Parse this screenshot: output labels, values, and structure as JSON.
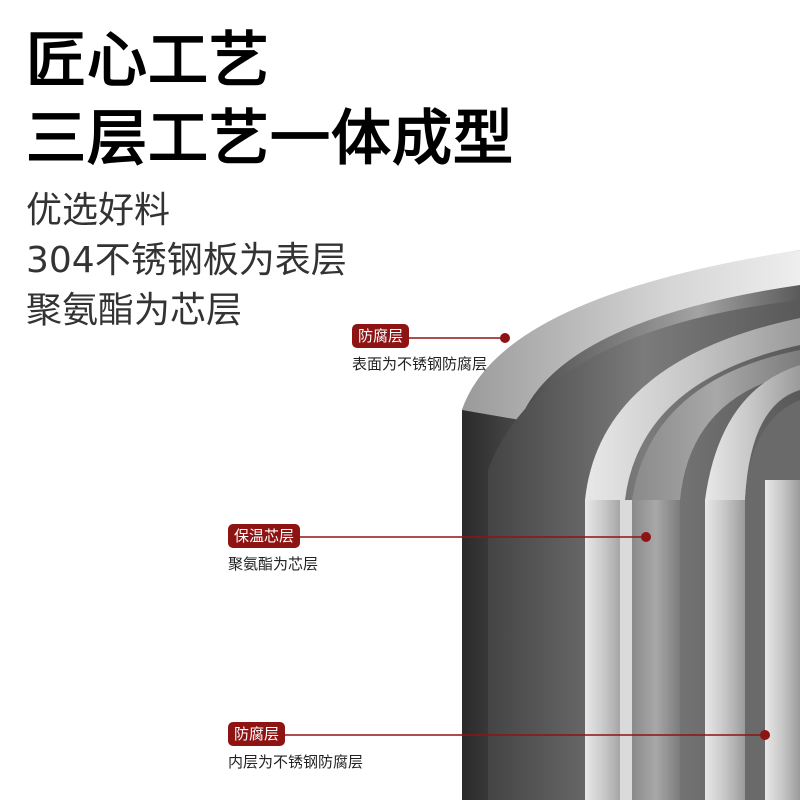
{
  "headline": {
    "line1": "匠心工艺",
    "line2": "三层工艺一体成型"
  },
  "subtext": {
    "line1": "优选好料",
    "line2": "304不锈钢板为表层",
    "line3": "聚氨酯为芯层"
  },
  "callouts": [
    {
      "badge": "防腐层",
      "description": "表面为不锈钢防腐层"
    },
    {
      "badge": "保温芯层",
      "description": "聚氨酯为芯层"
    },
    {
      "badge": "防腐层",
      "description": "内层为不锈钢防腐层"
    }
  ],
  "colors": {
    "badge_bg": "#8e1414",
    "leader_line": "#8e1414",
    "title": "#000000",
    "subtext": "#333333"
  }
}
